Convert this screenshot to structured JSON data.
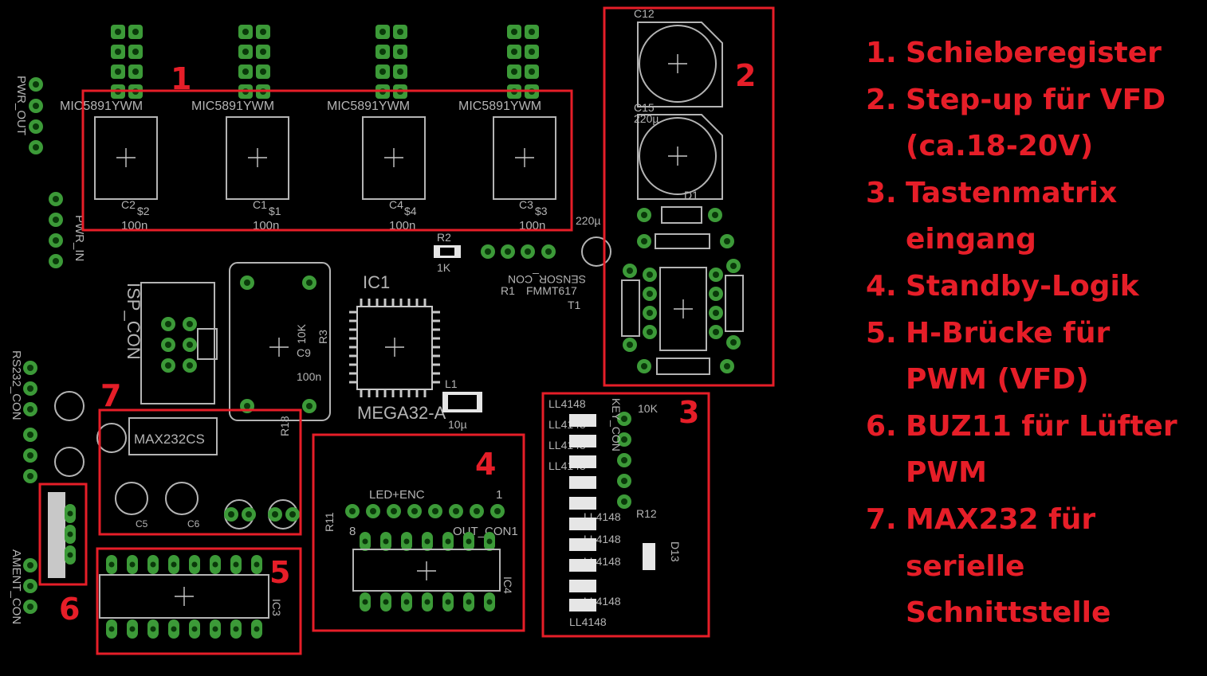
{
  "legend": [
    {
      "num": "1.",
      "text": "Schieberegister"
    },
    {
      "num": "2.",
      "text": "Step-up für VFD (ca.18-20V)"
    },
    {
      "num": "3.",
      "text": "Tastenmatrix eingang"
    },
    {
      "num": "4.",
      "text": "Standby-Logik"
    },
    {
      "num": "5.",
      "text": "H-Brücke für PWM (VFD)"
    },
    {
      "num": "6.",
      "text": "BUZ11 für Lüfter PWM"
    },
    {
      "num": "7.",
      "text": "MAX232 für serielle Schnittstelle"
    }
  ],
  "callouts": [
    "1",
    "2",
    "3",
    "4",
    "5",
    "6",
    "7"
  ],
  "silk": {
    "mic": "MIC5891YWM",
    "ic1": "IC1",
    "mega": "MEGA32-A",
    "max232": "MAX232CS",
    "isp": "ISP_CON",
    "c12": "C12",
    "c15": "C15",
    "c220a": "220µ",
    "c220b": "220µ",
    "d1": "D1",
    "r2": "R2",
    "r2v": "1K",
    "c100n": "100n",
    "l1": "L1",
    "l1v": "10µ",
    "led_enc": "LED+ENC",
    "out_con": "OUT_CON1",
    "pin1": "1",
    "pin8": "8",
    "ic4": "IC4",
    "ic3": "IC3",
    "ll": "LL4148",
    "k10": "10K",
    "key_con": "KEY_CON",
    "d13": "D13",
    "r12": "R12",
    "pwr_out": "PWR_OUT",
    "pwr_in": "PWR_IN",
    "rs232": "RS232_CON",
    "ament": "AMENT_CON",
    "c5": "C5",
    "c6": "C6",
    "r3": "R3",
    "c9": "C9",
    "v10k": "10K",
    "sensor": "SENSOR_CON",
    "fmmt": "FMMT617",
    "t1": "T1",
    "r1": "R1",
    "r11": "R11",
    "r18": "R18",
    "s1": "$1",
    "s2": "$2",
    "s3": "$3",
    "s4": "$4",
    "c1": "C1",
    "c2": "C2",
    "c3": "C3",
    "c4": "C4"
  }
}
